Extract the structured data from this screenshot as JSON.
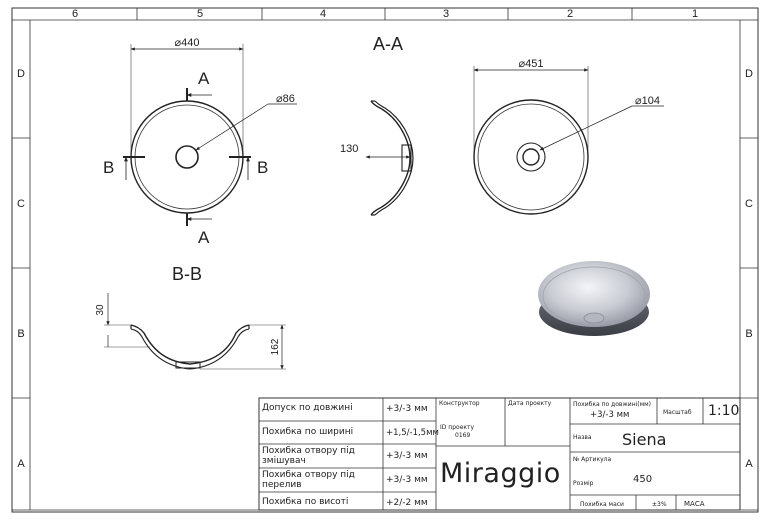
{
  "drawing": {
    "frame_columns": [
      "6",
      "5",
      "4",
      "3",
      "2",
      "1"
    ],
    "frame_rows": [
      "D",
      "C",
      "B",
      "A"
    ],
    "views": {
      "top_left": {
        "outer_diameter": "⌀440",
        "drain_diameter": "⌀86",
        "section_a_top": "A",
        "section_a_bottom": "A",
        "section_b_left": "B",
        "section_b_right": "B"
      },
      "section_aa": {
        "title": "A-A",
        "depth": "130"
      },
      "top_right": {
        "outer_diameter": "⌀451",
        "drain_diameter": "⌀104"
      },
      "section_bb": {
        "title": "B-B",
        "rim_height": "30",
        "total_height": "162"
      }
    }
  },
  "title_block": {
    "tolerances": [
      {
        "label": "Допуск по довжині",
        "value": "+3/-3 мм"
      },
      {
        "label": "Похибка по ширині",
        "value": "+1,5/-1,5мм"
      },
      {
        "label": "Похибка отвору під змішувач",
        "value": "+3/-3 мм"
      },
      {
        "label": "Похибка отвору під перелив",
        "value": "+3/-3 мм"
      },
      {
        "label": "Похибка по висоті",
        "value": "+2/-2 мм"
      }
    ],
    "designer_label": "Конструктор",
    "date_label": "Дата проекту",
    "project_id_label": "ID проекту",
    "project_id": "0169",
    "length_error_label": "Похибка по довжині(мм)",
    "length_error_value": "+3/-3 мм",
    "scale_label": "Масштаб",
    "scale_value": "1:10",
    "name_label": "Назва",
    "name_value": "Siena",
    "article_label": "№ Артикула",
    "size_label": "Розмір",
    "size_value": "450",
    "mass_error_label": "Похибка маси",
    "mass_error_value": "±3%",
    "material_value": "МАСА",
    "brand": "Miraggio"
  }
}
